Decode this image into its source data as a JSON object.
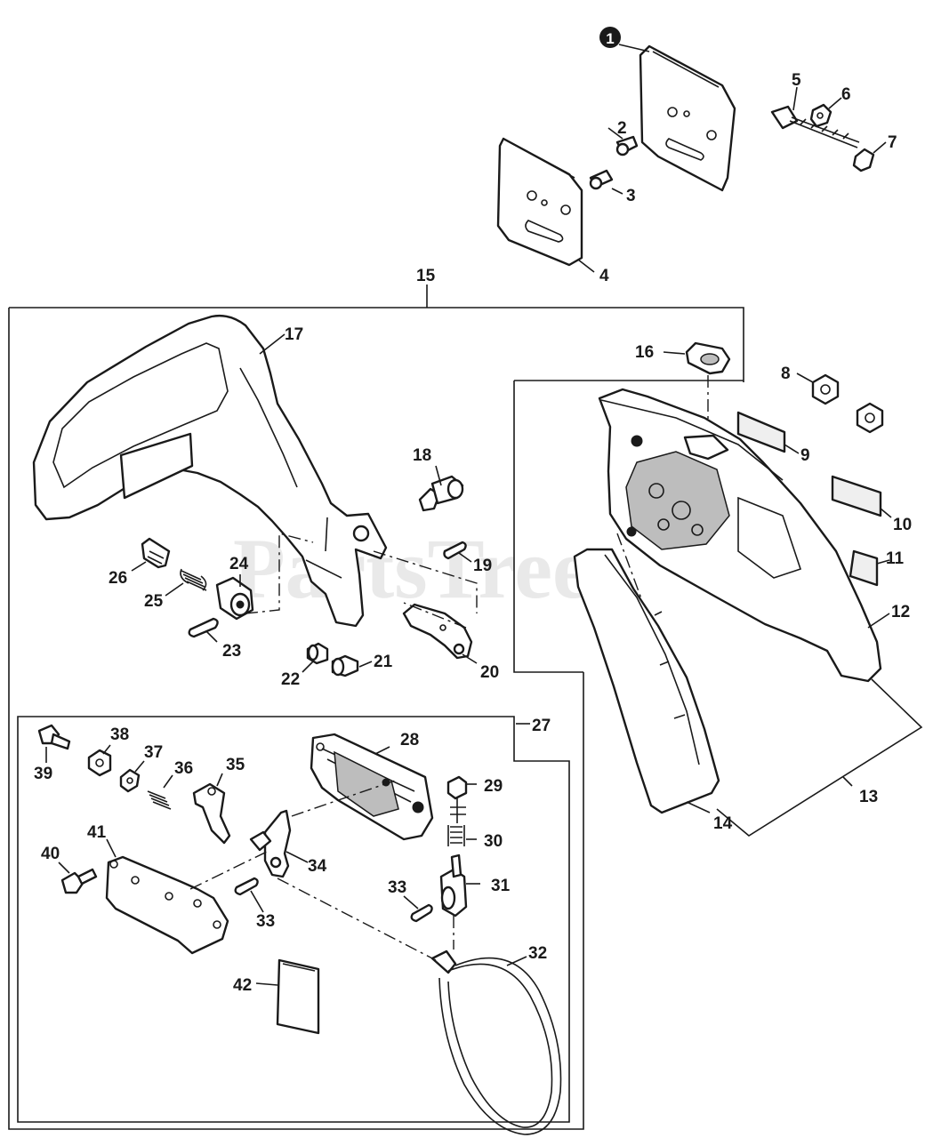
{
  "watermark": "PartsTree",
  "labels": {
    "p1": "1",
    "p2": "2",
    "p3": "3",
    "p4": "4",
    "p5": "5",
    "p6": "6",
    "p7": "7",
    "p8": "8",
    "p9": "9",
    "p10": "10",
    "p11": "11",
    "p12": "12",
    "p13": "13",
    "p14": "14",
    "p15": "15",
    "p16": "16",
    "p17": "17",
    "p18": "18",
    "p19": "19",
    "p20": "20",
    "p21": "21",
    "p22": "22",
    "p23": "23",
    "p24": "24",
    "p25": "25",
    "p26": "26",
    "p27": "27",
    "p28": "28",
    "p29": "29",
    "p30": "30",
    "p31": "31",
    "p32": "32",
    "p33a": "33",
    "p33b": "33",
    "p34": "34",
    "p35": "35",
    "p36": "36",
    "p37": "37",
    "p38": "38",
    "p39": "39",
    "p40": "40",
    "p41": "41",
    "p42": "42"
  }
}
